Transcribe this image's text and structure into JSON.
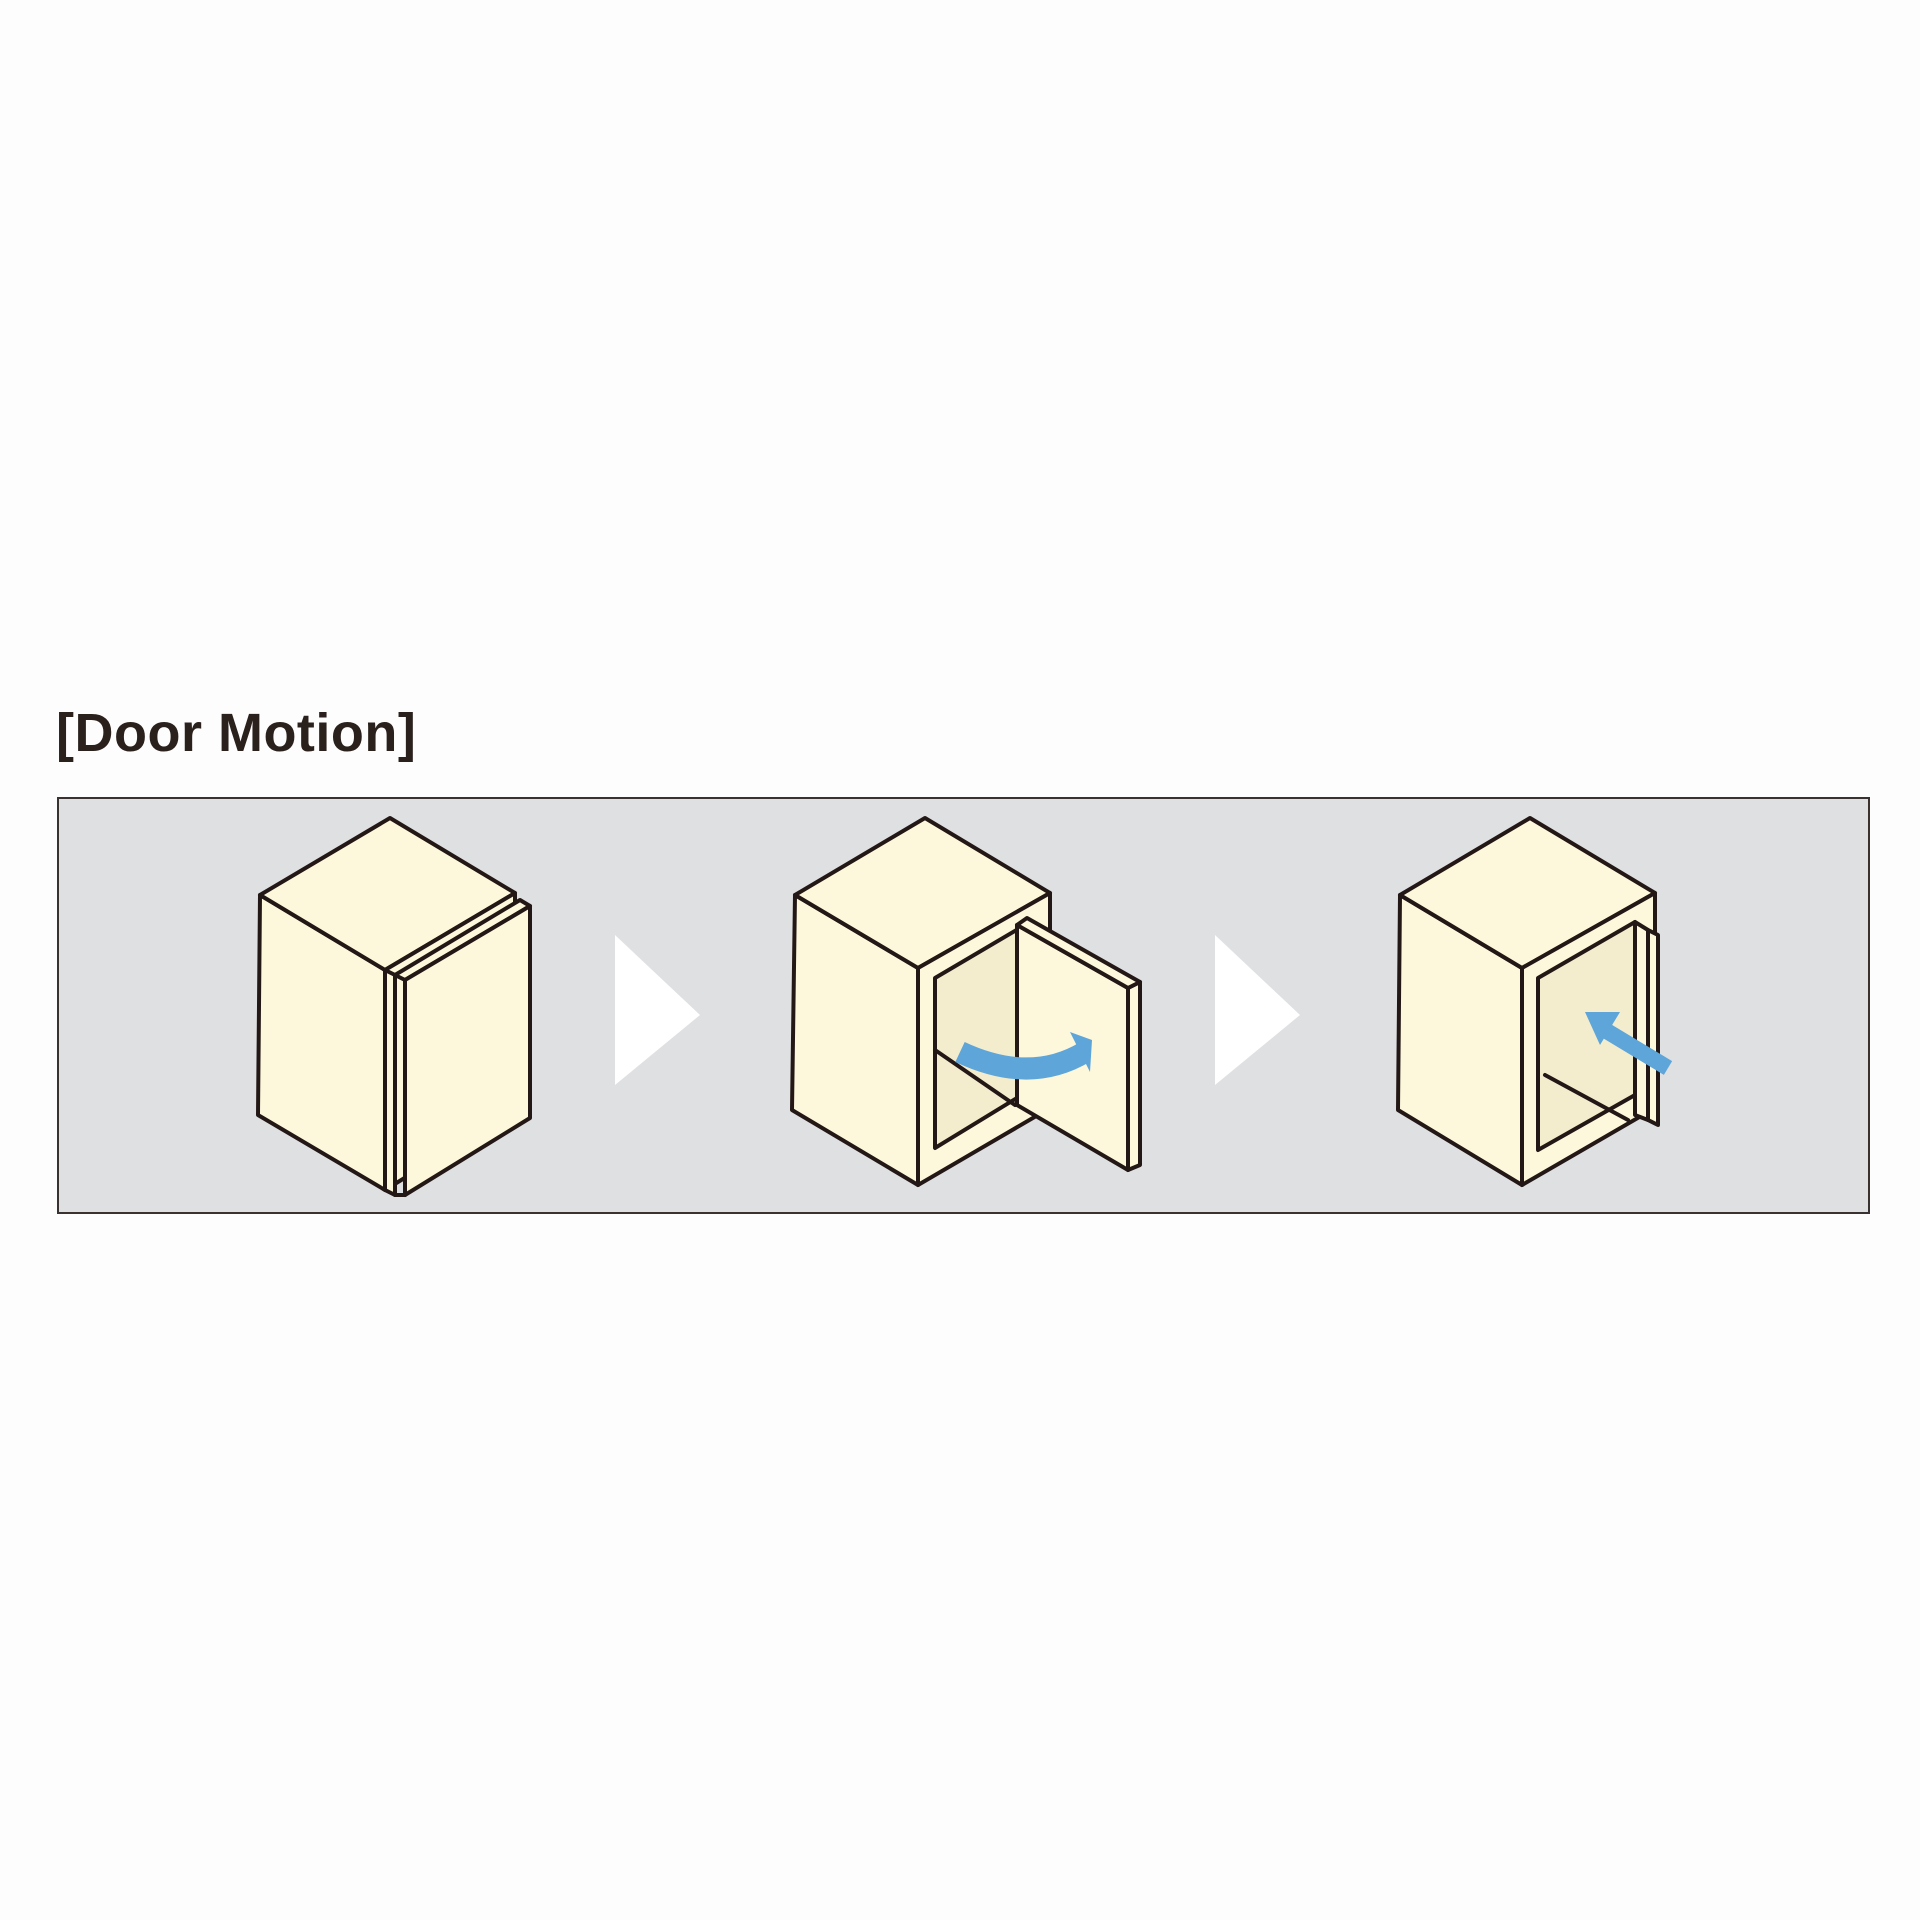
{
  "title": "[Door Motion]",
  "steps": [
    {
      "state": "closed",
      "arrow": null
    },
    {
      "state": "open",
      "arrow": "swing-out"
    },
    {
      "state": "retracted",
      "arrow": "slide-in"
    }
  ],
  "colors": {
    "background": "#fdfdfd",
    "panel": "#dfe0e2",
    "cabinet": "#fdf8dc",
    "outline": "#231815",
    "motion_arrow": "#5ea5da",
    "step_arrow": "#ffffff"
  },
  "icons": [
    "cabinet-closed-icon",
    "step-arrow-icon",
    "cabinet-door-open-icon",
    "step-arrow-icon",
    "cabinet-door-retracted-icon"
  ]
}
